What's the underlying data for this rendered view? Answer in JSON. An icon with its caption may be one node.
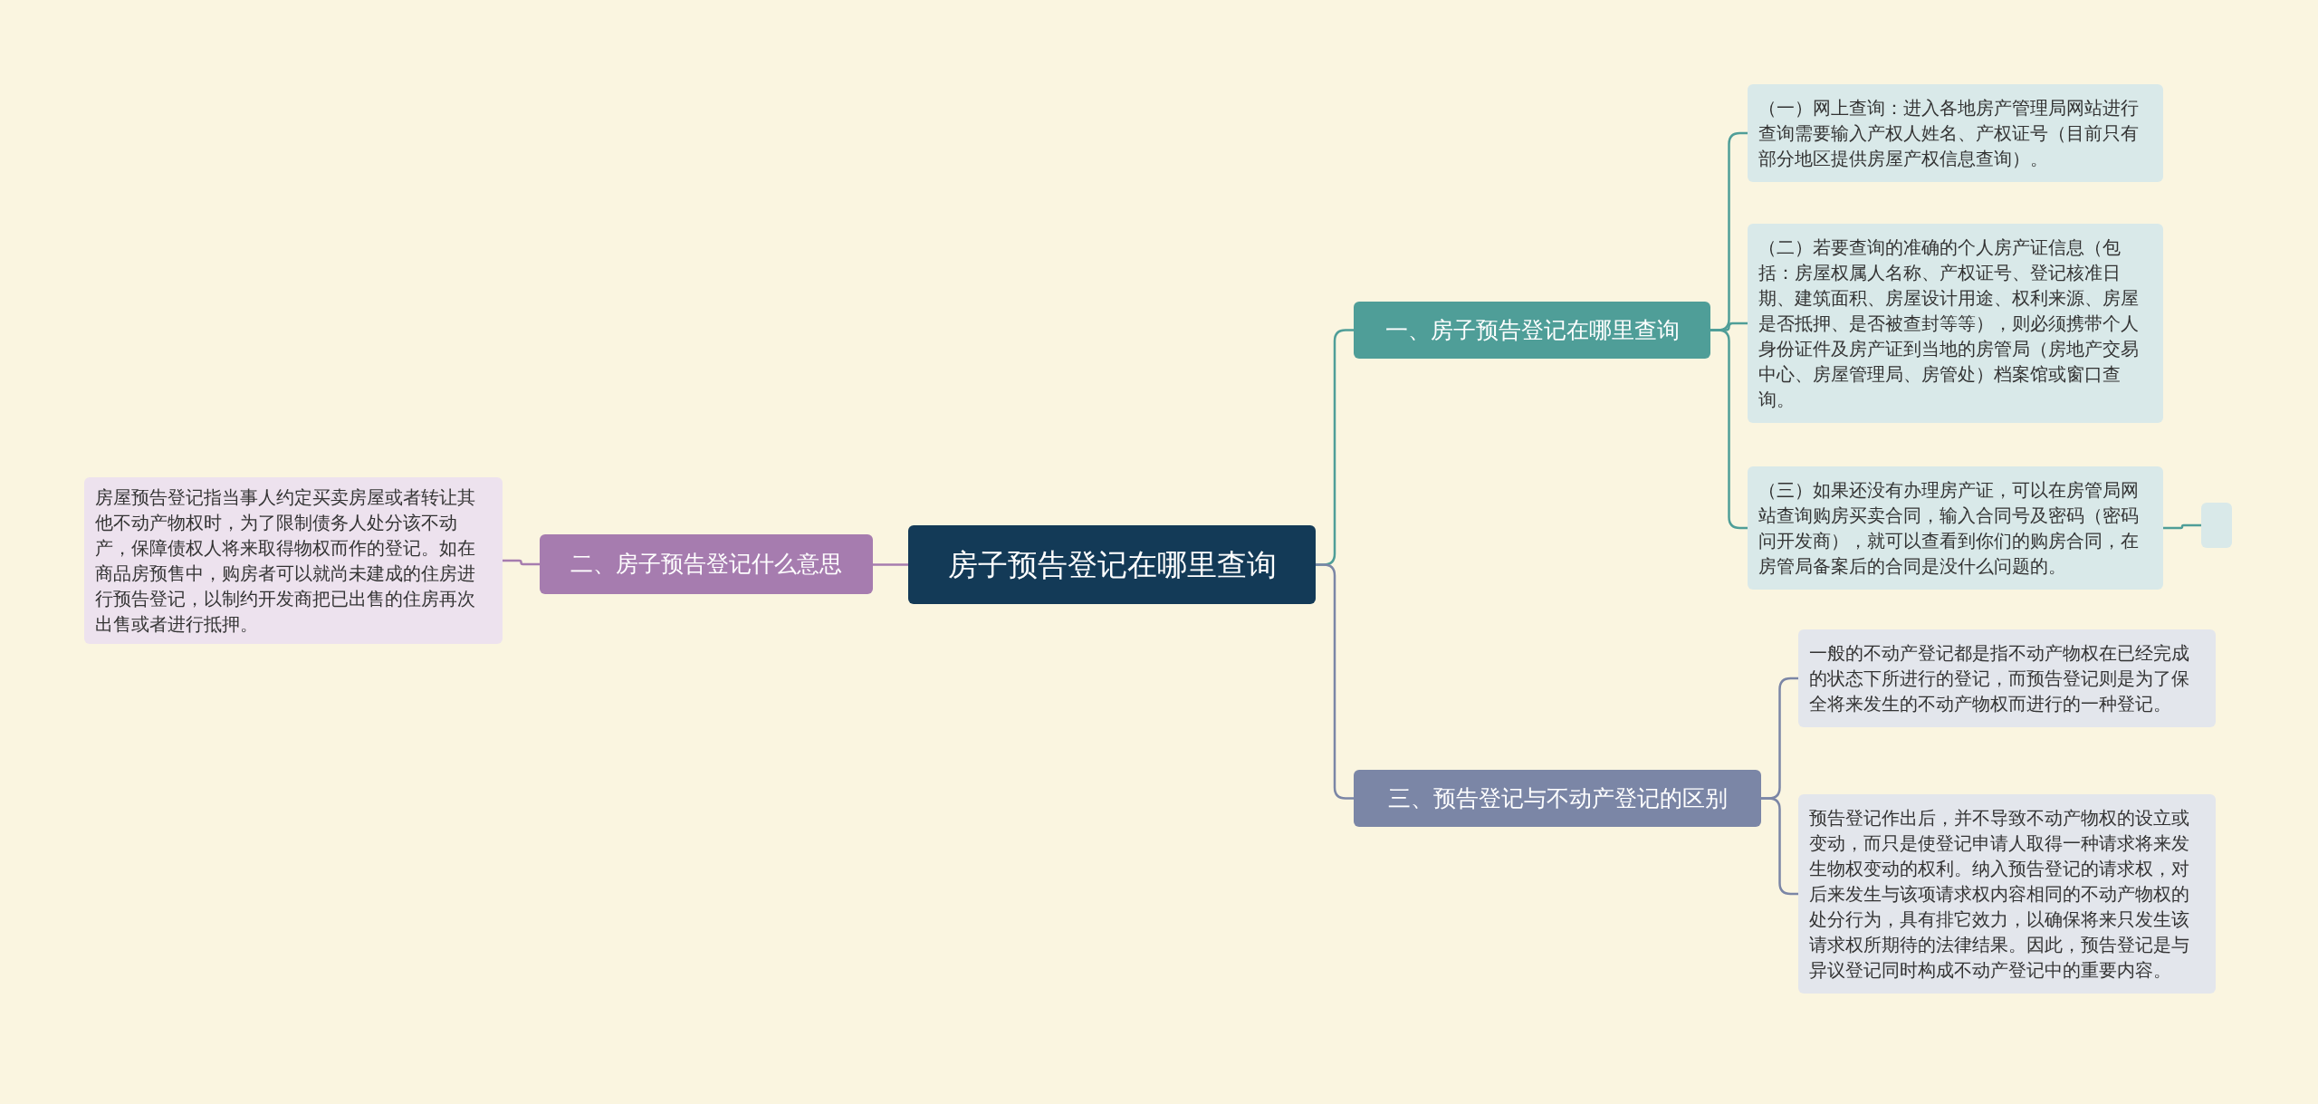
{
  "diagram": {
    "nodes": [
      {
        "text": [
          "房子预告登记在哪里查询"
        ]
      },
      {
        "text": [
          "二、房子预告登记什么意思"
        ]
      },
      {
        "text": [
          "房屋预告登记指当事人约定买卖房屋或者转让其他不动产物权时，为了限制债务人处分该不动产，保障债权人将来取得物权而作的登记。如在商品房预售中，购房者可以就尚未建成的住房进行预告登记，以制约开发商把已出售的住房再次出售或者进行抵押。"
        ]
      },
      {
        "text": [
          "一、房子预告登记在哪里查询"
        ]
      },
      {
        "text": [
          "（一）网上查询：进入各地房产管理局网站进行查询需要输入产权人姓名、产权证号（目前只有部分地区提供房屋产权信息查询）。"
        ]
      },
      {
        "text": [
          "（二）若要查询的准确的个人房产证信息（包括：房屋权属人名称、产权证号、登记核准日期、建筑面积、房屋设计用途、权利来源、房屋是否抵押、是否被查封等等），则必须携带个人身份证件及房产证到当地的房管局（房地产交易中心、房屋管理局、房管处）档案馆或窗口查询。"
        ]
      },
      {
        "text": [
          "（三）如果还没有办理房产证，可以在房管局网站查询购房买卖合同，输入合同号及密码（密码问开发商），就可以查看到你们的购房合同，在房管局备案后的合同是没什么问题的。"
        ]
      },
      {
        "text": [],
        "shape": "box"
      },
      {
        "text": [
          "三、预告登记与不动产登记的区别"
        ]
      },
      {
        "text": [
          "一般的不动产登记都是指不动产物权在已经完成的状态下所进行的登记，而预告登记则是为了保全将来发生的不动产物权而进行的一种登记。"
        ]
      },
      {
        "text": [
          "预告登记作出后，并不导致不动产物权的设立或变动，而只是使登记申请人取得一种请求将来发生物权变动的权利。纳入预告登记的请求权，对后来发生与该项请求权内容相同的不动产物权的处分行为，具有排它效力，以确保将来只发生该请求权所期待的法律结果。因此，预告登记是与异议登记同时构成不动产登记中的重要内容。"
        ]
      }
    ],
    "edges": [
      {
        "from": 0,
        "to": 3,
        "arrow": "none",
        "color": "#4f9e98"
      },
      {
        "from": 0,
        "to": 1,
        "arrow": "none",
        "color": "#a67caf"
      },
      {
        "from": 0,
        "to": 8,
        "arrow": "none",
        "color": "#7b86a6"
      },
      {
        "from": 1,
        "to": 2,
        "arrow": "none",
        "color": "#a67caf"
      },
      {
        "from": 3,
        "to": 4,
        "arrow": "none",
        "color": "#4f9e98"
      },
      {
        "from": 3,
        "to": 5,
        "arrow": "none",
        "color": "#4f9e98"
      },
      {
        "from": 3,
        "to": 6,
        "arrow": "none",
        "color": "#4f9e98"
      },
      {
        "from": 6,
        "to": 7,
        "arrow": "none",
        "color": "#4f9e98"
      },
      {
        "from": 8,
        "to": 9,
        "arrow": "none",
        "color": "#7b86a6"
      },
      {
        "from": 8,
        "to": 10,
        "arrow": "none",
        "color": "#7b86a6"
      }
    ]
  }
}
